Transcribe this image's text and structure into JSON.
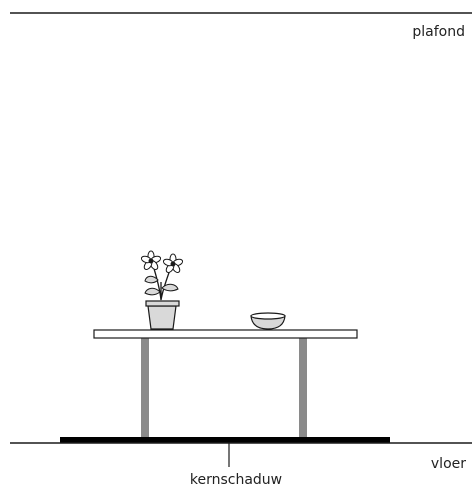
{
  "labels": {
    "ceiling": "plafond",
    "floor": "vloer",
    "umbra": "kernschaduw"
  },
  "colors": {
    "line": "#1a1a1a",
    "table_leg": "#8a8a8a",
    "pot": "#d9d9d9",
    "shadow": "#000000"
  }
}
